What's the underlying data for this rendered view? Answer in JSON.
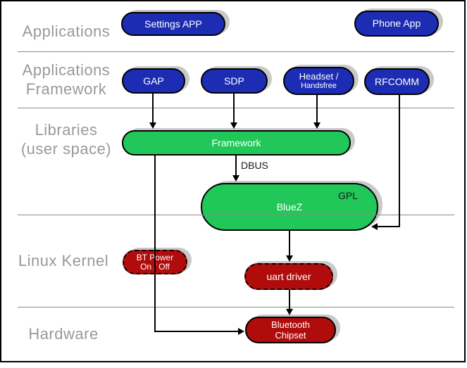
{
  "layers": {
    "applications": {
      "label": "Applications"
    },
    "applications_framework": {
      "line1": "Applications",
      "line2": "Framework"
    },
    "libraries": {
      "line1": "Libraries",
      "line2": "(user space)"
    },
    "linux_kernel": {
      "label": "Linux Kernel"
    },
    "hardware": {
      "label": "Hardware"
    }
  },
  "nodes": {
    "settings_app": {
      "label": "Settings APP"
    },
    "phone_app": {
      "label": "Phone App"
    },
    "gap": {
      "label": "GAP"
    },
    "sdp": {
      "label": "SDP"
    },
    "headset": {
      "line1": "Headset /",
      "line2": "Handsfree"
    },
    "rfcomm": {
      "label": "RFCOMM"
    },
    "framework": {
      "label": "Framework"
    },
    "bluez": {
      "label": "BlueZ",
      "license_tag": "GPL"
    },
    "bt_power": {
      "line1": "BT Power",
      "line2": "On / Off"
    },
    "uart_driver": {
      "label": "uart driver"
    },
    "bluetooth_chipset": {
      "line1": "Bluetooth",
      "line2": "Chipset"
    }
  },
  "annotations": {
    "dbus": "DBUS"
  },
  "colors": {
    "application_blue": "#1c2db3",
    "library_green": "#22c75a",
    "kernel_red": "#b00c0c",
    "layer_label_gray": "#999999",
    "shadow_gray": "#c9c9c9",
    "divider_gray": "#8a8a8a",
    "connector_black": "#000000"
  }
}
